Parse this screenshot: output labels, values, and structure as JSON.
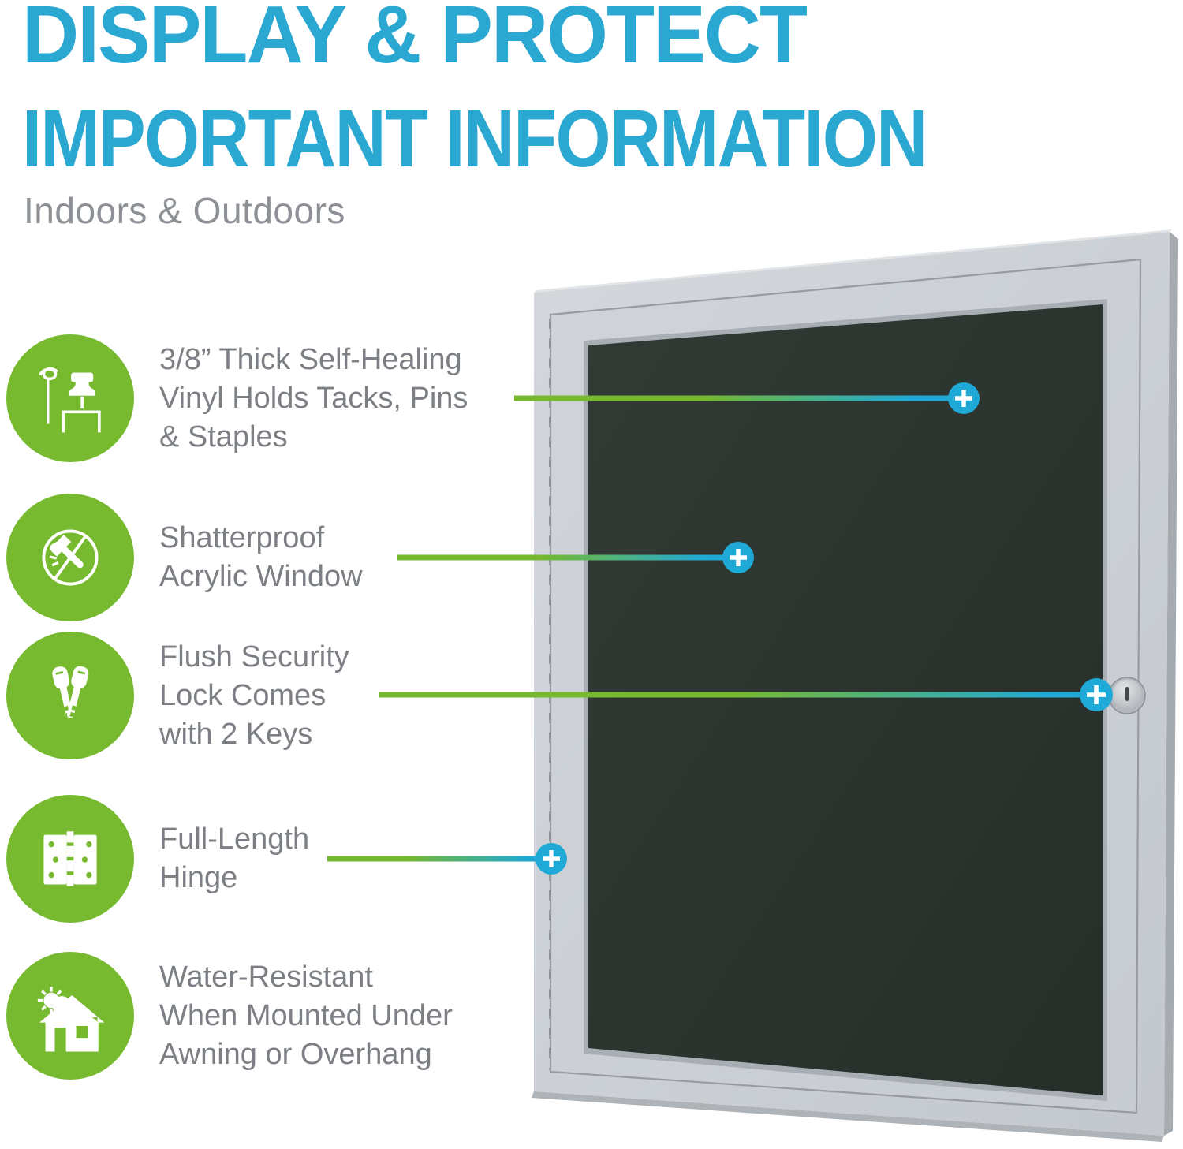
{
  "header": {
    "title_line1": "DISPLAY & PROTECT",
    "title_line2": "IMPORTANT INFORMATION",
    "subtitle": "Indoors & Outdoors"
  },
  "features": [
    {
      "icon": "push-pin-staple-icon",
      "lines": [
        "3/8” Thick Self-Healing",
        "Vinyl Holds Tacks, Pins",
        "& Staples"
      ]
    },
    {
      "icon": "shatterproof-hammer-icon",
      "lines": [
        "Shatterproof",
        "Acrylic Window"
      ]
    },
    {
      "icon": "two-keys-icon",
      "lines": [
        "Flush Security",
        "Lock Comes",
        "with 2 Keys"
      ]
    },
    {
      "icon": "door-hinge-icon",
      "lines": [
        "Full-Length",
        "Hinge"
      ]
    },
    {
      "icon": "house-sun-icon",
      "lines": [
        "Water-Resistant",
        "When Mounted Under",
        "Awning or Overhang"
      ]
    }
  ],
  "callouts": {
    "marker_icon": "plus-icon"
  },
  "board": {
    "illustration": "enclosed-letter-board",
    "parts": [
      "aluminum-frame",
      "acrylic-door",
      "dark-vinyl-surface",
      "piano-hinge",
      "keyed-lock"
    ]
  },
  "colors": {
    "accent_blue": "#2BA8D1",
    "subtitle_gray": "#8D9195",
    "text_gray": "#7C8084",
    "green": "#77BA30",
    "marker_blue": "#1FA9D6",
    "line_green": "#76B92E",
    "line_cyan": "#1FA9D6",
    "frame_silver": "#C9CDD2",
    "frame_side": "#A6ABB0",
    "board_dark": "#2B332F"
  }
}
